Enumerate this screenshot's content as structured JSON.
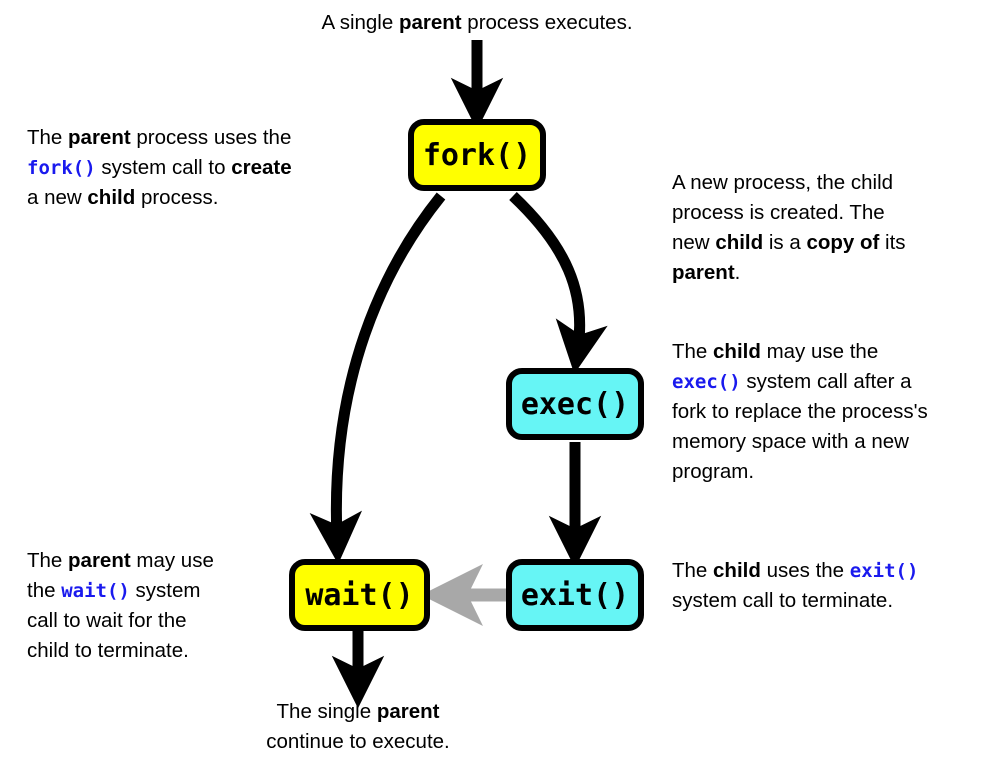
{
  "diagram": {
    "title_top": "A single parent process executes.",
    "caption_bottom_line1": "The single parent",
    "caption_bottom_line2": "continue to execute.",
    "colors": {
      "parent_node_fill": "#ffff00",
      "child_node_fill": "#66f5f5",
      "node_border": "#000000",
      "arrow_black": "#000000",
      "arrow_gray": "#a8a8a8",
      "code_blue": "#1a1aee",
      "background": "#ffffff"
    },
    "nodes": [
      {
        "id": "fork",
        "label": "fork()",
        "kind": "parent",
        "fill": "#ffff00"
      },
      {
        "id": "exec",
        "label": "exec()",
        "kind": "child",
        "fill": "#66f5f5"
      },
      {
        "id": "wait",
        "label": "wait()",
        "kind": "parent",
        "fill": "#ffff00"
      },
      {
        "id": "exit",
        "label": "exit()",
        "kind": "child",
        "fill": "#66f5f5"
      }
    ],
    "edges": [
      {
        "id": "start-to-fork",
        "from": "start",
        "to": "fork",
        "style": "straight",
        "color": "#000000"
      },
      {
        "id": "fork-to-wait",
        "from": "fork",
        "to": "wait",
        "style": "curved",
        "color": "#000000"
      },
      {
        "id": "fork-to-exec",
        "from": "fork",
        "to": "exec",
        "style": "curved",
        "color": "#000000"
      },
      {
        "id": "exec-to-exit",
        "from": "exec",
        "to": "exit",
        "style": "straight",
        "color": "#000000"
      },
      {
        "id": "exit-to-wait",
        "from": "exit",
        "to": "wait",
        "style": "straight",
        "color": "#a8a8a8"
      },
      {
        "id": "wait-to-end",
        "from": "wait",
        "to": "end",
        "style": "straight",
        "color": "#000000"
      }
    ],
    "notes": {
      "fork_note": {
        "name": "fork-note",
        "lines": [
          [
            {
              "t": "The ",
              "s": "n"
            },
            {
              "t": "parent",
              "s": "b"
            },
            {
              "t": " process uses the",
              "s": "n"
            }
          ],
          [
            {
              "t": "fork()",
              "s": "c"
            },
            {
              "t": " system call to ",
              "s": "n"
            },
            {
              "t": "create",
              "s": "b"
            }
          ],
          [
            {
              "t": "a new ",
              "s": "n"
            },
            {
              "t": "child",
              "s": "b"
            },
            {
              "t": " process.",
              "s": "n"
            }
          ]
        ]
      },
      "child_created_note": {
        "name": "child-created-note",
        "lines": [
          [
            {
              "t": "A new process, the child",
              "s": "n"
            }
          ],
          [
            {
              "t": "process is created. The",
              "s": "n"
            }
          ],
          [
            {
              "t": "new ",
              "s": "n"
            },
            {
              "t": "child",
              "s": "b"
            },
            {
              "t": " is a ",
              "s": "n"
            },
            {
              "t": "copy of",
              "s": "b"
            },
            {
              "t": " its",
              "s": "n"
            }
          ],
          [
            {
              "t": "parent",
              "s": "b"
            },
            {
              "t": ".",
              "s": "n"
            }
          ]
        ]
      },
      "exec_note": {
        "name": "exec-note",
        "lines": [
          [
            {
              "t": "The ",
              "s": "n"
            },
            {
              "t": "child",
              "s": "b"
            },
            {
              "t": " may use the",
              "s": "n"
            }
          ],
          [
            {
              "t": "exec()",
              "s": "c"
            },
            {
              "t": " system call after a",
              "s": "n"
            }
          ],
          [
            {
              "t": "fork to replace the process's",
              "s": "n"
            }
          ],
          [
            {
              "t": "memory space with a new",
              "s": "n"
            }
          ],
          [
            {
              "t": "program.",
              "s": "n"
            }
          ]
        ]
      },
      "wait_note": {
        "name": "wait-note",
        "lines": [
          [
            {
              "t": "The ",
              "s": "n"
            },
            {
              "t": "parent",
              "s": "b"
            },
            {
              "t": " may use",
              "s": "n"
            }
          ],
          [
            {
              "t": "the ",
              "s": "n"
            },
            {
              "t": "wait()",
              "s": "c"
            },
            {
              "t": " system",
              "s": "n"
            }
          ],
          [
            {
              "t": "call to wait for the",
              "s": "n"
            }
          ],
          [
            {
              "t": "child to terminate.",
              "s": "n"
            }
          ]
        ]
      },
      "exit_note": {
        "name": "exit-note",
        "lines": [
          [
            {
              "t": "The ",
              "s": "n"
            },
            {
              "t": "child",
              "s": "b"
            },
            {
              "t": " uses the ",
              "s": "n"
            },
            {
              "t": "exit()",
              "s": "c"
            }
          ],
          [
            {
              "t": "system call to terminate.",
              "s": "n"
            }
          ]
        ]
      },
      "top_caption": {
        "name": "top-caption",
        "lines": [
          [
            {
              "t": "A single ",
              "s": "n"
            },
            {
              "t": "parent",
              "s": "b"
            },
            {
              "t": " process executes.",
              "s": "n"
            }
          ]
        ]
      },
      "bottom_caption": {
        "name": "bottom-caption",
        "lines": [
          [
            {
              "t": "The single ",
              "s": "n"
            },
            {
              "t": "parent",
              "s": "b"
            }
          ],
          [
            {
              "t": "continue to execute.",
              "s": "n"
            }
          ]
        ]
      }
    }
  }
}
